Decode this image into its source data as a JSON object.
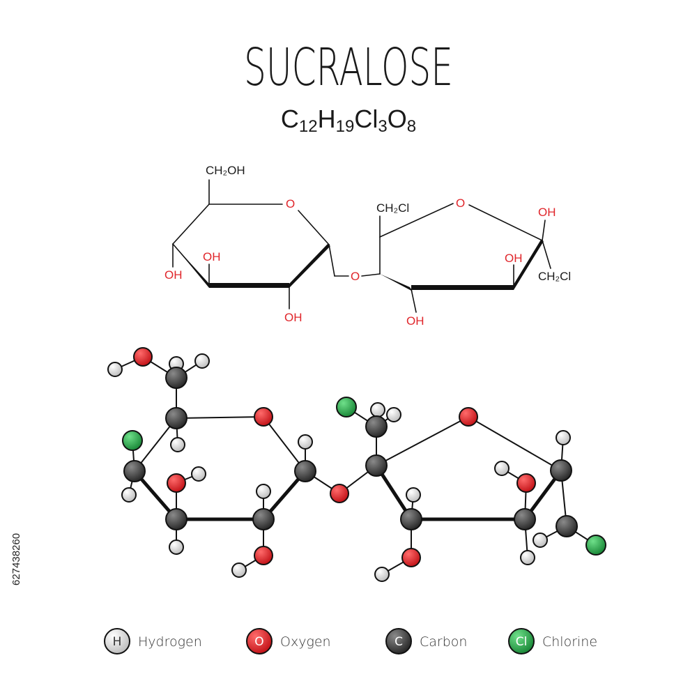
{
  "title": "SUCRALOSE",
  "formula": {
    "parts": [
      {
        "t": "C",
        "sub": false
      },
      {
        "t": "12",
        "sub": true
      },
      {
        "t": "H",
        "sub": false
      },
      {
        "t": "19",
        "sub": true
      },
      {
        "t": "Cl",
        "sub": false
      },
      {
        "t": "3",
        "sub": true
      },
      {
        "t": "O",
        "sub": false
      },
      {
        "t": "8",
        "sub": true
      }
    ]
  },
  "structure": {
    "ch2oh": "CH₂OH",
    "ring_o1": "O",
    "oh_c4": "OH",
    "oh_c3": "OH",
    "oh_c2": "OH",
    "bridge_o": "O",
    "ch2cl_1": "CH₂Cl",
    "ring_o2": "O",
    "oh_c2prime": "OH",
    "oh_c3prime": "OH",
    "oh_c4prime": "OH",
    "ch2cl_2": "CH₂Cl"
  },
  "legend": [
    {
      "symbol": "H",
      "name": "Hydrogen",
      "color": "#d9d9d9"
    },
    {
      "symbol": "O",
      "name": "Oxygen",
      "color": "#e0262b"
    },
    {
      "symbol": "C",
      "name": "Carbon",
      "color": "#4a4a4a"
    },
    {
      "symbol": "Cl",
      "name": "Chlorine",
      "color": "#2aa84a"
    }
  ],
  "stock_id": "627438260",
  "colors": {
    "hydrogen": "#d9d9d9",
    "oxygen": "#e0262b",
    "carbon": "#4a4a4a",
    "chlorine": "#2aa84a",
    "bond": "#111111"
  }
}
